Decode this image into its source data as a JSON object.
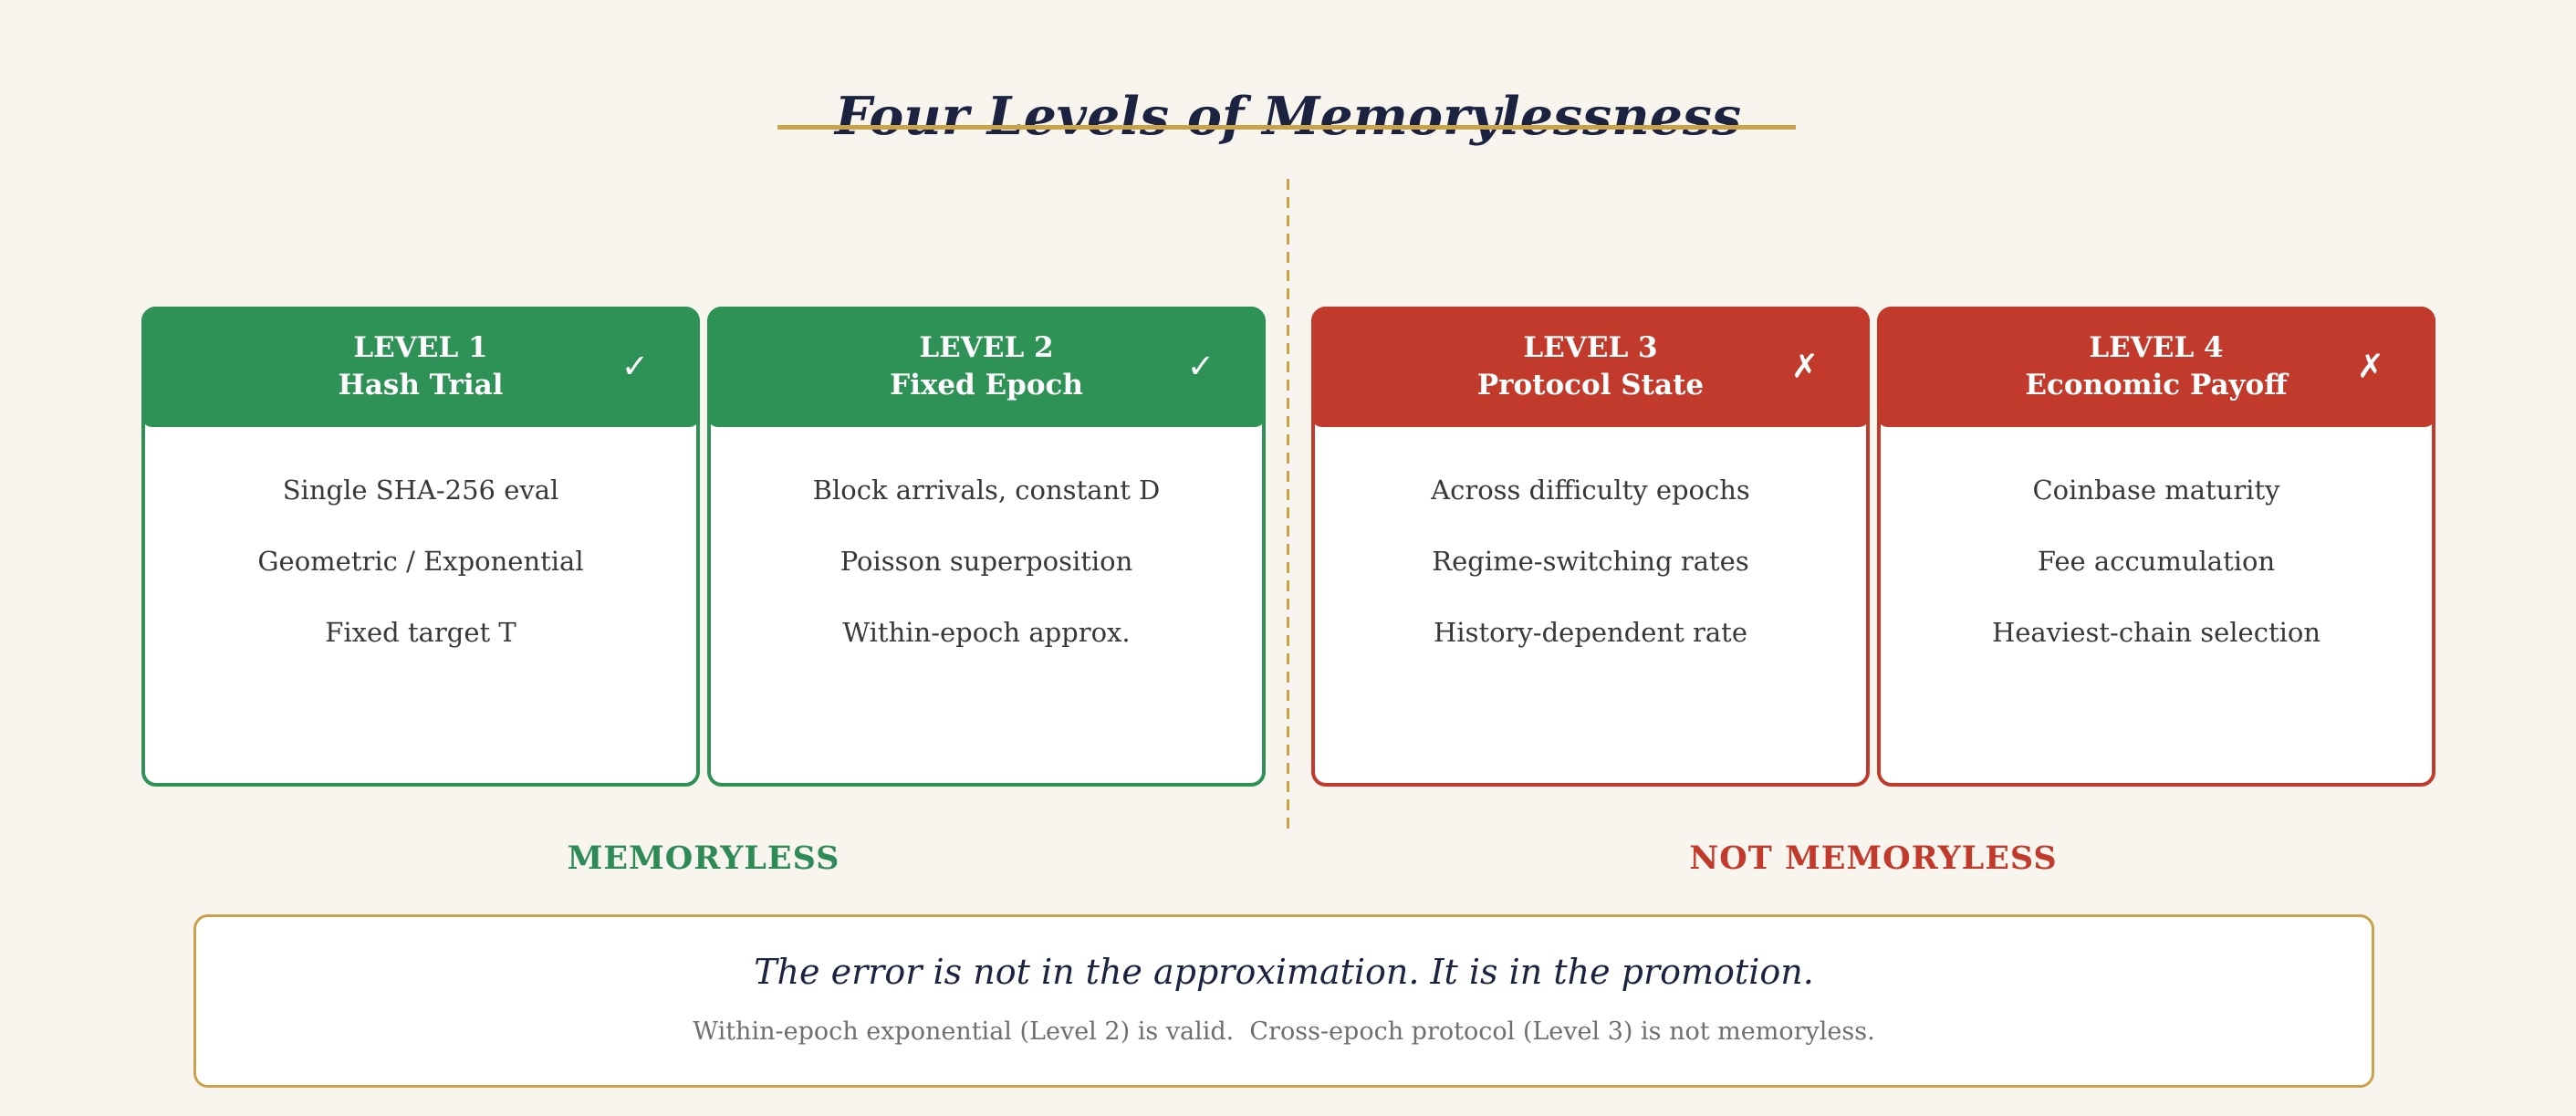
{
  "page": {
    "title": "Four Levels of Memorylessness",
    "background": "#f8f5ee",
    "colors": {
      "navy": "#1c2340",
      "gold": "#c9a24a",
      "green": "#2e9155",
      "red": "#c23a2b",
      "body_text": "#383838",
      "note_gray": "#6f6f6f"
    }
  },
  "cards": [
    {
      "level": "LEVEL 1",
      "name": "Hash Trial",
      "mark": "✓",
      "status": "memoryless",
      "items": [
        "Single SHA-256 eval",
        "Geometric / Exponential",
        "Fixed target T"
      ]
    },
    {
      "level": "LEVEL 2",
      "name": "Fixed Epoch",
      "mark": "✓",
      "status": "memoryless",
      "items": [
        "Block arrivals, constant D",
        "Poisson superposition",
        "Within-epoch approx."
      ]
    },
    {
      "level": "LEVEL 3",
      "name": "Protocol State",
      "mark": "✗",
      "status": "not-memoryless",
      "items": [
        "Across difficulty epochs",
        "Regime-switching rates",
        "History-dependent rate"
      ]
    },
    {
      "level": "LEVEL 4",
      "name": "Economic Payoff",
      "mark": "✗",
      "status": "not-memoryless",
      "items": [
        "Coinbase maturity",
        "Fee accumulation",
        "Heaviest-chain selection"
      ]
    }
  ],
  "groups": {
    "left_label": "MEMORYLESS",
    "right_label": "NOT MEMORYLESS"
  },
  "footer": {
    "quote": "The error is not in the approximation. It is in the promotion.",
    "note": "Within-epoch exponential (Level 2) is valid.  Cross-epoch protocol (Level 3) is not memoryless."
  }
}
